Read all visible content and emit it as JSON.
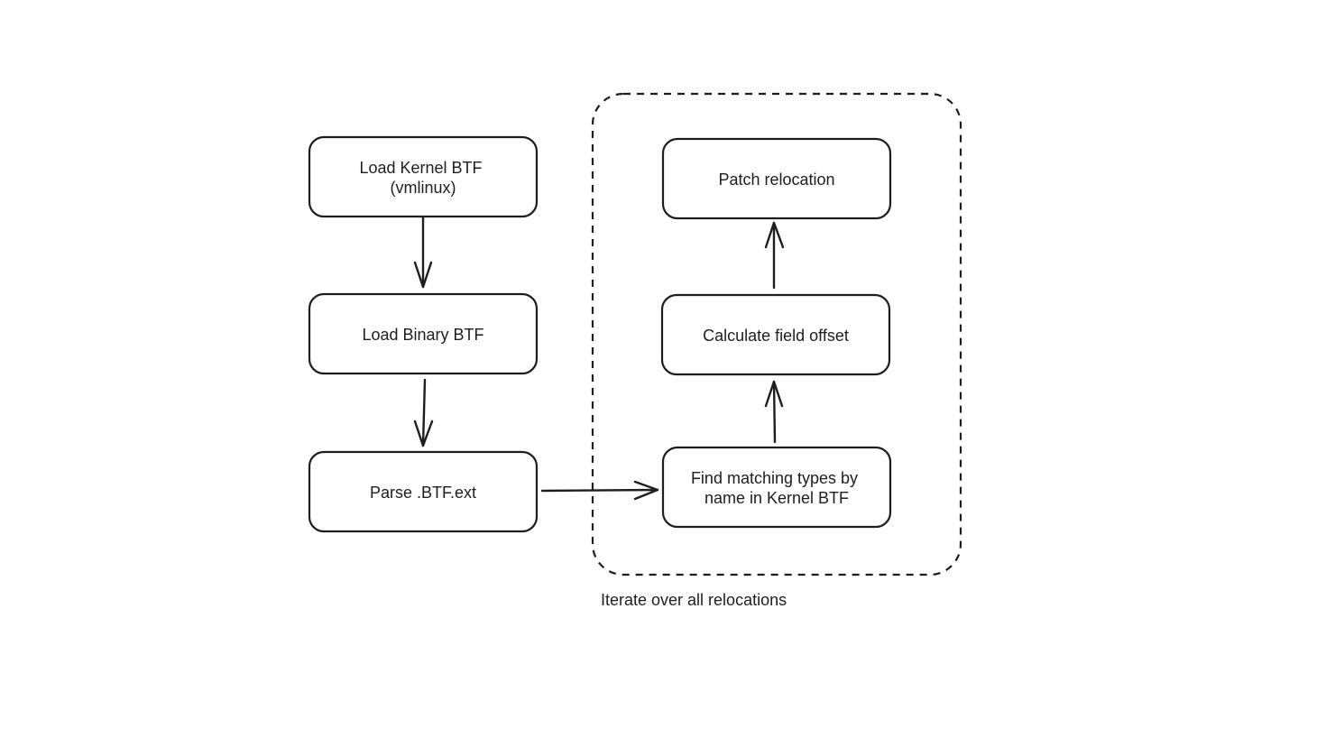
{
  "nodes": {
    "load_kernel_btf": {
      "lines": [
        "Load Kernel BTF",
        "(vmlinux)"
      ]
    },
    "load_binary_btf": {
      "lines": [
        "Load Binary BTF"
      ]
    },
    "parse_btf_ext": {
      "lines": [
        "Parse .BTF.ext"
      ]
    },
    "find_matching_types": {
      "lines": [
        "Find matching types by",
        "name in Kernel BTF"
      ]
    },
    "calculate_field_offset": {
      "lines": [
        "Calculate field offset"
      ]
    },
    "patch_relocation": {
      "lines": [
        "Patch relocation"
      ]
    }
  },
  "group": {
    "label": "Iterate over all relocations"
  },
  "colors": {
    "stroke": "#1e1e1e",
    "background": "#ffffff"
  }
}
